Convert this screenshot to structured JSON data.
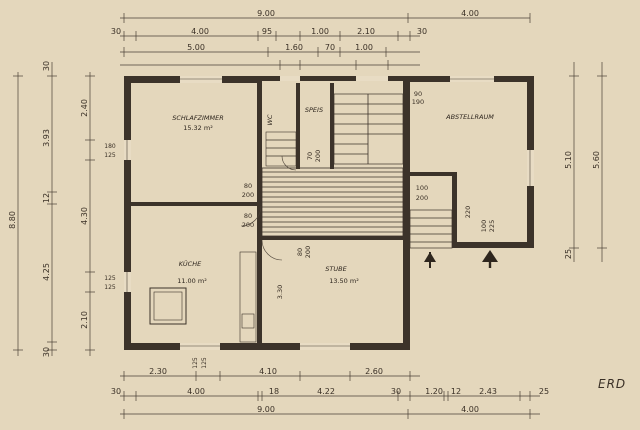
{
  "drawing": {
    "title": "ERD",
    "top_dims": {
      "overall": "9.00",
      "extension": "4.00",
      "row2": [
        "30",
        "4.00",
        "95",
        "1.00",
        "2.10",
        "30"
      ],
      "row3": [
        "5.00",
        "1.60",
        "70",
        "1.00"
      ]
    },
    "bottom_dims": {
      "row1": [
        "2.30",
        "125",
        "125",
        "4.10",
        "2.60"
      ],
      "row2": [
        "30",
        "4.00",
        "18",
        "4.22",
        "30",
        "1.20",
        "12",
        "2.43",
        "25"
      ],
      "row3": [
        "9.00",
        "4.00"
      ]
    },
    "left_dims": {
      "overall": "8.80",
      "col2": [
        "30",
        "3.93",
        "12",
        "4.25",
        "30"
      ],
      "col3": [
        "2.40",
        "4.30",
        "2.10"
      ],
      "openings": [
        "180",
        "125",
        "125",
        "125"
      ]
    },
    "right_dims": {
      "outer": [
        "5.60"
      ],
      "inner": [
        "5.10",
        "25"
      ]
    },
    "rooms": [
      {
        "name": "SCHLAFZIMMER",
        "area": "15.32 m²"
      },
      {
        "name": "KÜCHE",
        "area": "11.00 m²"
      },
      {
        "name": "STUBE",
        "area": "13.50 m²"
      },
      {
        "name": "ABSTELLRAUM",
        "area": ""
      },
      {
        "name": "WC",
        "area": ""
      },
      {
        "name": "SPEIS",
        "area": ""
      }
    ],
    "openings": [
      "90",
      "190",
      "80",
      "200",
      "80",
      "200",
      "70",
      "200",
      "80",
      "200",
      "100",
      "200",
      "100",
      "225",
      "220",
      "3.30"
    ],
    "stair_arrows": [
      "up-arrow-1",
      "up-arrow-2"
    ]
  }
}
